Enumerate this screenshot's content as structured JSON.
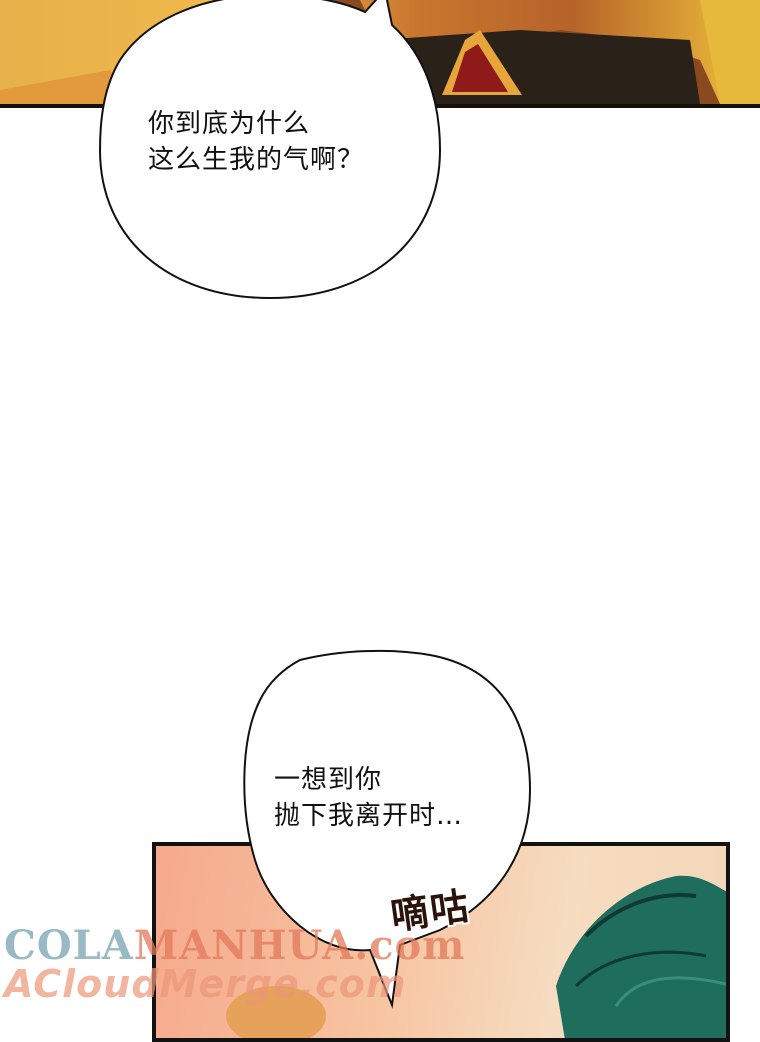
{
  "bubble_top": {
    "line1": "你到底为什么",
    "line2": "这么生我的气啊？"
  },
  "bubble_bottom": {
    "line1": "一想到你",
    "line2": "抛下我离开时…"
  },
  "sfx": {
    "text": "嘀咕"
  },
  "watermark": {
    "part1": "COLA",
    "part2": "MANHUA.com",
    "line2": "ACloudMerge.com"
  },
  "colors": {
    "panel_top": "#e7b04a",
    "panel_bottom": "#f6c3a0",
    "ink": "#111111"
  }
}
